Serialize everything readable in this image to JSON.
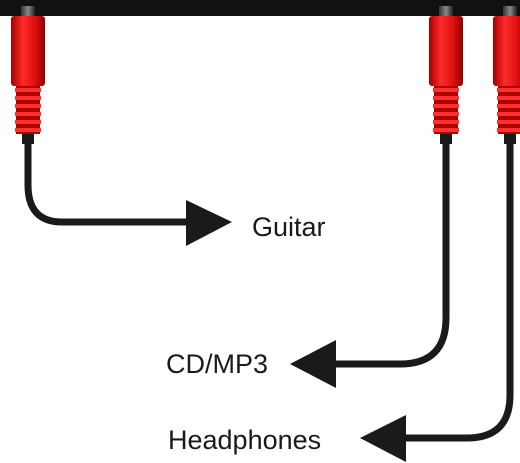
{
  "labels": {
    "guitar": "Guitar",
    "cd_mp3": "CD/MP3",
    "headphones": "Headphones"
  },
  "colors": {
    "plug_red": "#e21212",
    "plug_dark_red": "#8c0000",
    "cable": "#1a1a1a",
    "panel": "#111111"
  }
}
